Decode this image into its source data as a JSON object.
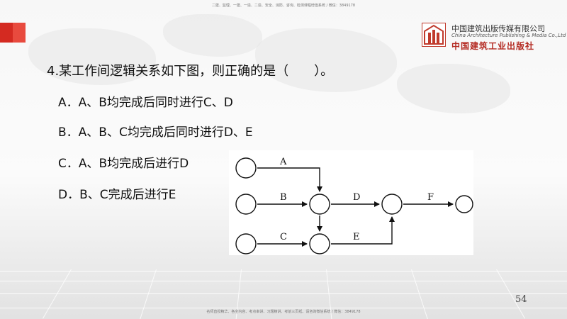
{
  "header": {
    "top_note": "二建、监理、一建、一造、二造、安全、消防、咨询、检测课程增值系统 / 微信：3849178",
    "publisher_cn": "中国建筑出版传媒有限公司",
    "publisher_en": "China Architecture Publishing & Media Co.,Ltd",
    "publisher_cn2": "中国建筑工业出版社"
  },
  "question": {
    "stem": "4.某工作间逻辑关系如下图，则正确的是（　　）。",
    "options": [
      "A．A、B均完成后同时进行C、D",
      "B．A、B、C均完成后同时进行D、E",
      "C．A、B均完成后进行D",
      "D．B、C完成后进行E"
    ]
  },
  "diagram": {
    "labels": [
      "A",
      "B",
      "C",
      "D",
      "E",
      "F"
    ]
  },
  "footer": {
    "bottom_note": "名师直授精华、各全内容、考点串讲、习题精讲、考前三页纸、请咨询微信系统 / 微信：3849178",
    "page_number": "54"
  },
  "colors": {
    "accent_red": "#d42a21",
    "node_stroke": "#111111"
  }
}
